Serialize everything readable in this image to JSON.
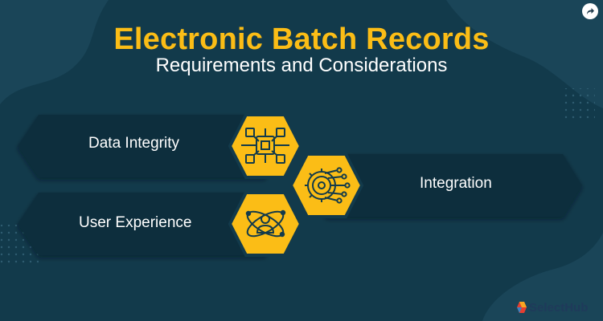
{
  "header": {
    "title": "Electronic Batch Records",
    "subtitle": "Requirements and Considerations"
  },
  "items": [
    {
      "label": "Data Integrity",
      "icon": "circuit-chip-icon"
    },
    {
      "label": "Integration",
      "icon": "gear-network-icon"
    },
    {
      "label": "User Experience",
      "icon": "user-orbit-icon"
    }
  ],
  "branding": {
    "logo_text": "SelectHub",
    "share_icon": "share-arrow-icon"
  },
  "colors": {
    "background": "#123a4b",
    "banner": "#0f2e3d",
    "accent": "#fbbd16",
    "text": "#ffffff",
    "logo_text": "#1f3a5a"
  }
}
